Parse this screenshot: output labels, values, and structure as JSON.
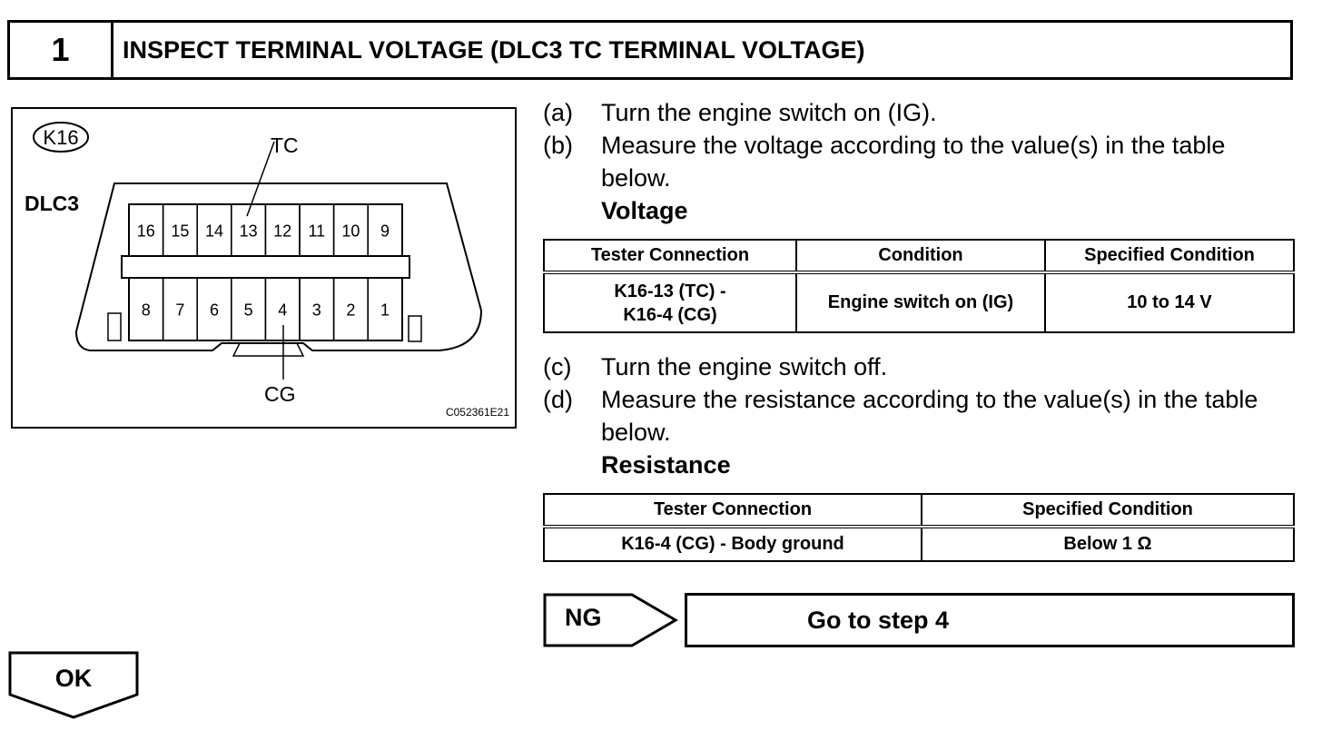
{
  "header": {
    "step_number": "1",
    "title": "INSPECT TERMINAL VOLTAGE (DLC3 TC TERMINAL VOLTAGE)"
  },
  "figure": {
    "connector_code": "K16",
    "connector_name": "DLC3",
    "label_top": "TC",
    "label_bottom": "CG",
    "pins_top": [
      "16",
      "15",
      "14",
      "13",
      "12",
      "11",
      "10",
      "9"
    ],
    "pins_bottom": [
      "8",
      "7",
      "6",
      "5",
      "4",
      "3",
      "2",
      "1"
    ],
    "figure_id": "C052361E21"
  },
  "steps_1": [
    {
      "letter": "(a)",
      "text": "Turn the engine switch on (IG)."
    },
    {
      "letter": "(b)",
      "text": "Measure the voltage according to the value(s) in the table below."
    }
  ],
  "voltage": {
    "heading": "Voltage",
    "headers": [
      "Tester Connection",
      "Condition",
      "Specified Condition"
    ],
    "row": {
      "connection_line1": "K16-13 (TC) -",
      "connection_line2": "K16-4 (CG)",
      "condition": "Engine switch on (IG)",
      "specified": "10 to 14 V"
    }
  },
  "steps_2": [
    {
      "letter": "(c)",
      "text": "Turn the engine switch off."
    },
    {
      "letter": "(d)",
      "text": "Measure the resistance according to the value(s) in the table below."
    }
  ],
  "resistance": {
    "heading": "Resistance",
    "headers": [
      "Tester Connection",
      "Specified Condition"
    ],
    "row": {
      "connection": "K16-4 (CG) - Body ground",
      "specified": "Below 1 Ω"
    }
  },
  "ng": {
    "label": "NG",
    "goto": "Go to step 4"
  },
  "ok": {
    "label": "OK"
  }
}
